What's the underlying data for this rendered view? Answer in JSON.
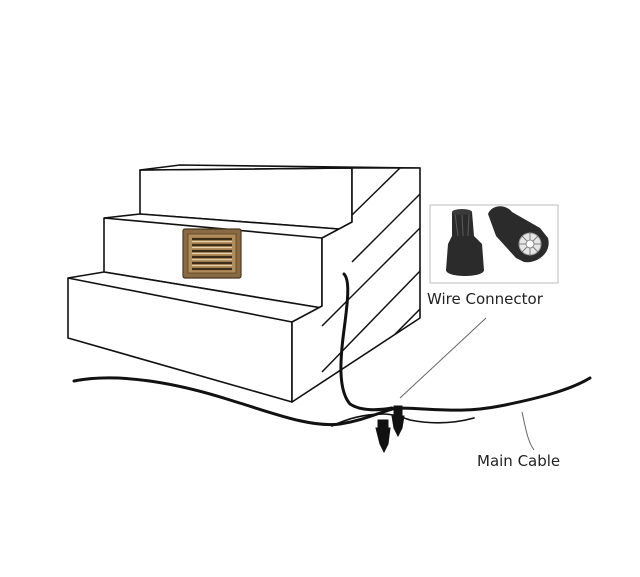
{
  "labels": {
    "wire_connector": "Wire Connector",
    "main_cable": "Main Cable"
  },
  "colors": {
    "line": "#111111",
    "fixture_bronze": "#8a6a42",
    "fixture_light": "#d7c29a",
    "connector_dark": "#2b2b2b"
  },
  "icons": {
    "step_light": "step-light-fixture",
    "connector": "wire-nut-connector"
  }
}
